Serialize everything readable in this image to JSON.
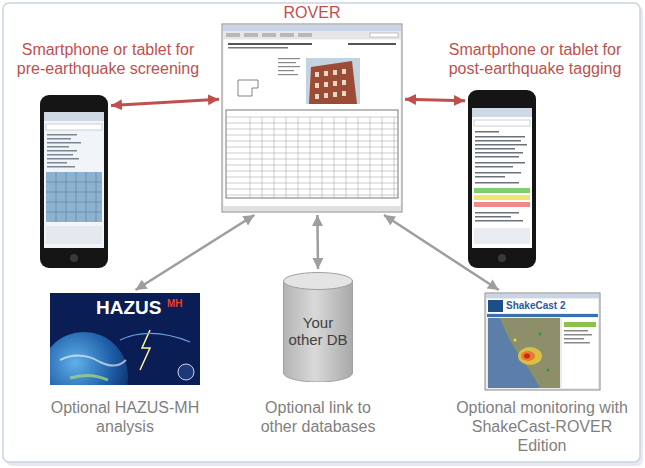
{
  "diagram": {
    "nodes": [
      {
        "text": [
          "ROVER"
        ]
      },
      {
        "text": [
          "Smartphone or tablet for pre-earthquake screening"
        ]
      },
      {
        "text": [
          "Smartphone or tablet for post-earthquake tagging"
        ]
      },
      {
        "text": [
          "Optional HAZUS-MH analysis"
        ]
      },
      {
        "text": [
          "Your other DB",
          "Optional link to other databases"
        ]
      },
      {
        "text": [
          "Optional monitoring with ShakeCast-ROVER Edition"
        ]
      }
    ],
    "edges": [
      {
        "from": 0,
        "to": 1,
        "arrow": "both"
      },
      {
        "from": 0,
        "to": 2,
        "arrow": "both"
      },
      {
        "from": 0,
        "to": 3,
        "arrow": "both"
      },
      {
        "from": 0,
        "to": 4,
        "arrow": "both"
      },
      {
        "from": 0,
        "to": 5,
        "arrow": "both"
      }
    ],
    "labels": [
      "HAZUS",
      "MH",
      "ShakeCast 2"
    ]
  }
}
